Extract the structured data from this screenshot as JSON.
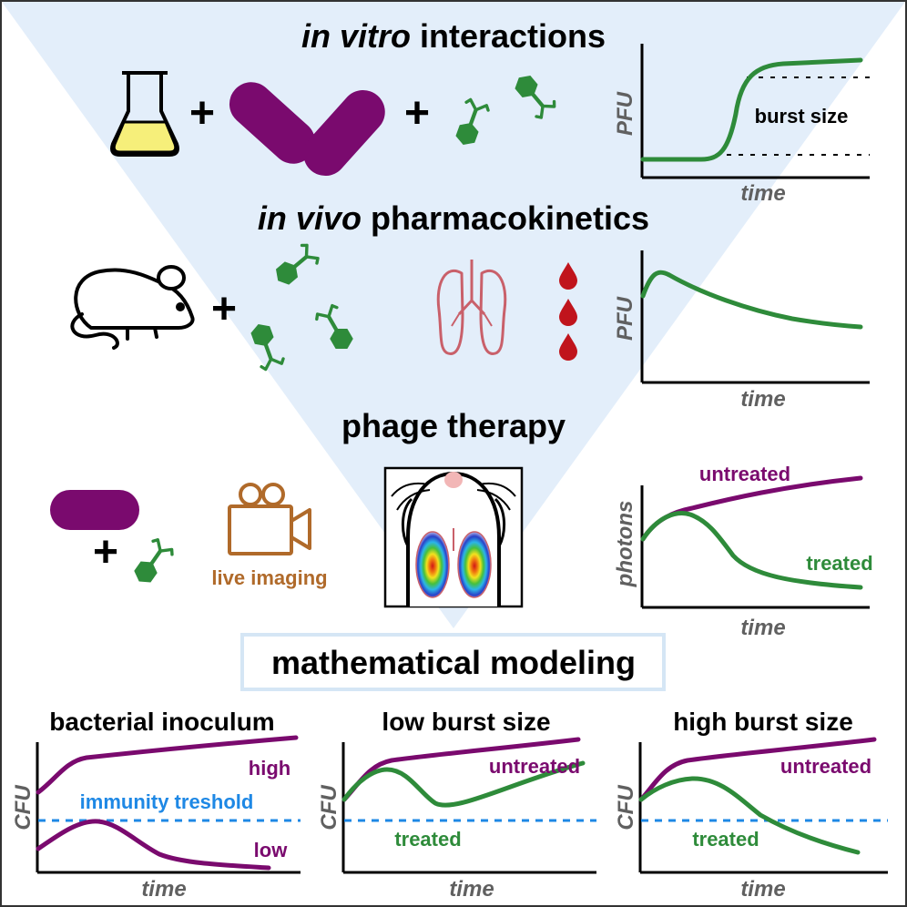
{
  "sections": {
    "in_vitro": {
      "title_italic": "in vitro",
      "title_rest": " interactions"
    },
    "in_vivo": {
      "title_italic": "in vivo",
      "title_rest": " pharmacokinetics"
    },
    "therapy": {
      "title": "phage therapy",
      "imaging_label": "live imaging"
    },
    "modeling": {
      "title": "mathematical modeling"
    }
  },
  "symbols": {
    "plus": "+"
  },
  "charts": {
    "burst": {
      "ylabel": "PFU",
      "xlabel": "time",
      "annotation": "burst size"
    },
    "pk": {
      "ylabel": "PFU",
      "xlabel": "time"
    },
    "photons": {
      "ylabel": "photons",
      "xlabel": "time",
      "untreated": "untreated",
      "treated": "treated"
    },
    "inoculum": {
      "title": "bacterial inoculum",
      "ylabel": "CFU",
      "xlabel": "time",
      "high": "high",
      "low": "low",
      "threshold": "immunity treshold"
    },
    "low_burst": {
      "title": "low burst size",
      "ylabel": "CFU",
      "xlabel": "time",
      "untreated": "untreated",
      "treated": "treated"
    },
    "high_burst": {
      "title": "high burst size",
      "ylabel": "CFU",
      "xlabel": "time",
      "untreated": "untreated",
      "treated": "treated"
    }
  },
  "colors": {
    "purple": "#7a0a6e",
    "green": "#2e8b3a",
    "threshold_blue": "#1e88e5",
    "funnel": "#e3eefa",
    "medium_yellow": "#f6ef7a",
    "lung_outline": "#c9606a",
    "blood": "#c0141c",
    "camera": "#b06a2a",
    "mouse_nose": "#f2b6b6"
  },
  "icons": [
    "flask-icon",
    "bacterium-icon",
    "phage-icon",
    "mouse-icon",
    "lungs-icon",
    "blood-drop-icon",
    "camera-icon",
    "mouse-lung-imaging-icon"
  ]
}
